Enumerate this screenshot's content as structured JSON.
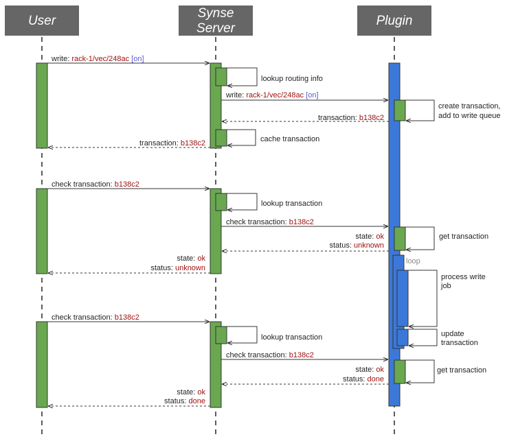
{
  "participants": {
    "user": "User",
    "server_line1": "Synse",
    "server_line2": "Server",
    "plugin": "Plugin"
  },
  "messages": {
    "m1": {
      "prefix": "write:",
      "target": "rack-1/vec/248ac",
      "arg": "[on]"
    },
    "m2": {
      "prefix": "write:",
      "target": "rack-1/vec/248ac",
      "arg": "[on]"
    },
    "m3": {
      "prefix": "transaction:",
      "value": "b138c2"
    },
    "m4": {
      "prefix": "transaction:",
      "value": "b138c2"
    },
    "m5": {
      "prefix": "check transaction:",
      "value": "b138c2"
    },
    "m6": {
      "prefix": "check transaction:",
      "value": "b138c2"
    },
    "m7": {
      "state_prefix": "state:",
      "state": "ok",
      "status_prefix": "status:",
      "status": "unknown"
    },
    "m8": {
      "state_prefix": "state:",
      "state": "ok",
      "status_prefix": "status:",
      "status": "unknown"
    },
    "m9": {
      "prefix": "check transaction:",
      "value": "b138c2"
    },
    "m10": {
      "prefix": "check transaction:",
      "value": "b138c2"
    },
    "m11": {
      "state_prefix": "state:",
      "state": "ok",
      "status_prefix": "status:",
      "status": "done"
    },
    "m12": {
      "state_prefix": "state:",
      "state": "ok",
      "status_prefix": "status:",
      "status": "done"
    }
  },
  "notes": {
    "lookup_routing": "lookup routing info",
    "create_tx_1": "create transaction,",
    "create_tx_2": "add to write queue",
    "cache_tx": "cache transaction",
    "lookup_tx_1": "lookup transaction",
    "get_tx_1": "get transaction",
    "loop": "loop",
    "process_1": "process write",
    "process_2": "job",
    "update_1": "update",
    "update_2": "transaction",
    "lookup_tx_2": "lookup transaction",
    "get_tx_2": "get transaction"
  },
  "colors": {
    "header_bg": "#666666",
    "server_activation": "#6aa84f",
    "plugin_activation": "#3c78d8",
    "value_text": "#a01010",
    "arg_text": "#5a5ad0"
  }
}
